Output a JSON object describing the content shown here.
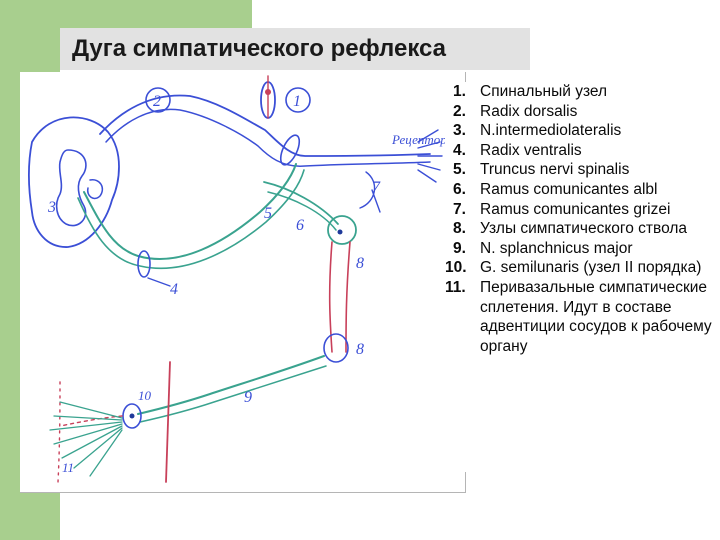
{
  "title": "Дуга симпатического рефлекса",
  "colors": {
    "accent_green": "#a8cf8e",
    "title_background": "#e2e2e2",
    "nerve_blue": "#3b4fd6",
    "nerve_teal": "#3aa38f",
    "fiber_red": "#c8405a"
  },
  "legend": [
    {
      "num": "1.",
      "text": "Спинальный узел"
    },
    {
      "num": "2.",
      "text": "Radix dorsalis"
    },
    {
      "num": "3.",
      "text": "N.intermediolateralis"
    },
    {
      "num": "4.",
      "text": "Radix ventralis"
    },
    {
      "num": "5.",
      "text": "Truncus nervi spinalis"
    },
    {
      "num": "6.",
      "text": "Ramus comunicantes albl"
    },
    {
      "num": "7.",
      "text": "Ramus comunicantes grizei"
    },
    {
      "num": "8.",
      "text": "Узлы симпатического ствола"
    },
    {
      "num": "9.",
      "text": "N. splanchnicus major"
    },
    {
      "num": "10.",
      "text": "G. semilunaris (узел  II порядка)"
    },
    {
      "num": "11.",
      "text": "Перивазальные симпатические сплетения. Идут в составе адвентиции сосудов к рабочему органу"
    }
  ],
  "sketch_labels": {
    "n1": "1",
    "n2": "2",
    "n3": "3",
    "n4": "4",
    "n5": "5",
    "n6": "6",
    "n7": "7",
    "n8a": "8",
    "n8b": "8",
    "n9": "9",
    "n10": "10",
    "n11": "11",
    "receptor": "Рецептор"
  }
}
